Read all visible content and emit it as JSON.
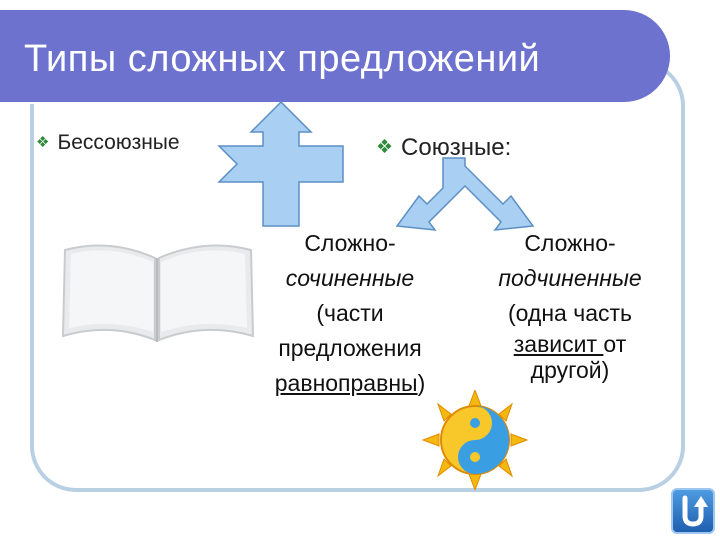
{
  "slide": {
    "title": "Типы сложных предложений",
    "bullets": {
      "asyndetic": "Бессоюзные",
      "conjunctive": "Союзные:"
    },
    "compound": {
      "line1": "Сложно-",
      "line2": "сочиненные",
      "line3": "(части",
      "line4": "предложения",
      "line5": "равноправны",
      "line5_close": ")"
    },
    "complex": {
      "line1": "Сложно-",
      "line2": "подчиненные",
      "line3": "(одна часть",
      "line4_underlined": "зависит ",
      "line4_rest": "от",
      "line5": "другой)"
    }
  },
  "icons": {
    "cross_arrow": "four-way-arrow-icon",
    "fork_arrow": "split-arrow-icon",
    "book": "open-book-icon",
    "sun": "sun-yin-yang-icon",
    "return": "return-arrow-icon"
  },
  "colors": {
    "banner": "#6d72cf",
    "frame": "#b9cfe4",
    "arrow_fill": "#a9cff2",
    "arrow_stroke": "#5b8fc4",
    "bullet_mark": "#2e8b3c",
    "nav_button": "#1f5fb0"
  }
}
